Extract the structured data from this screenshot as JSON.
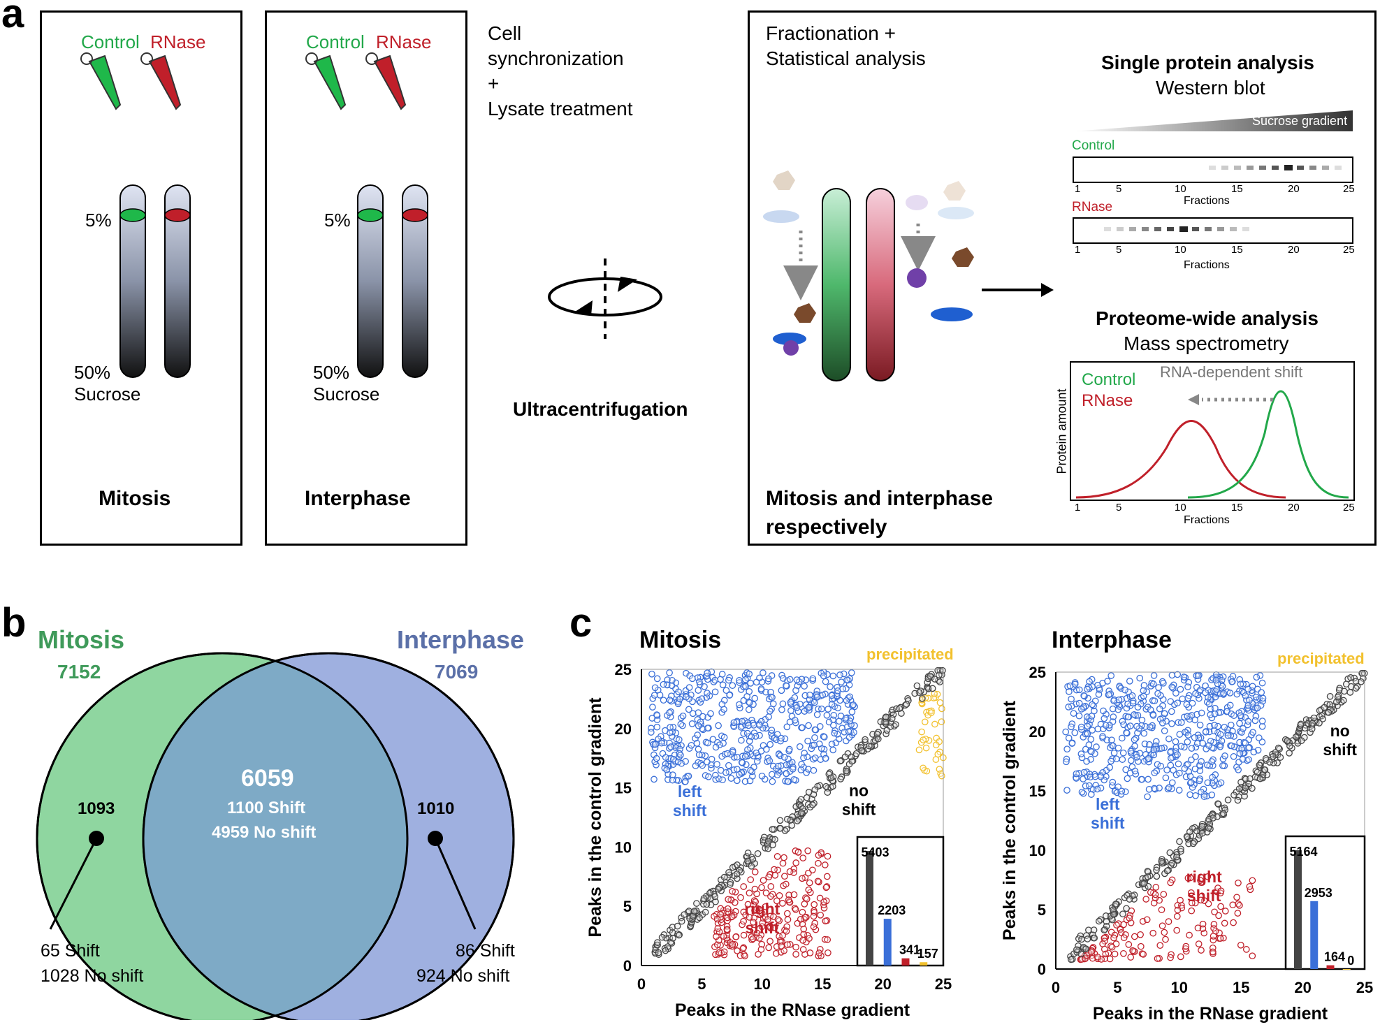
{
  "panel_labels": {
    "a": "a",
    "b": "b",
    "c": "c"
  },
  "panel_a": {
    "tube_labels": {
      "control": "Control",
      "rnase": "RNase"
    },
    "top_pct": "5%",
    "bottom_pct": "50%",
    "sucrose": "Sucrose",
    "mitosis_title": "Mitosis",
    "interphase_title": "Interphase",
    "step1_lines": [
      "Cell",
      "synchronization",
      "+",
      "Lysate treatment"
    ],
    "ultracentrifugation": "Ultracentrifugation",
    "step2_lines": [
      "Fractionation +",
      "Statistical analysis"
    ],
    "bottom_caption_lines": [
      "Mitosis and interphase",
      "respectively"
    ],
    "single_title": "Single protein analysis",
    "single_subtitle": "Western blot",
    "sucrose_gradient": "Sucrose gradient",
    "wb_control": "Control",
    "wb_rnase": "RNase",
    "fraction_ticks": [
      "1",
      "5",
      "10",
      "15",
      "20",
      "25"
    ],
    "fractions_label": "Fractions",
    "proteome_title": "Proteome-wide analysis",
    "proteome_subtitle": "Mass spectrometry",
    "ms_control": "Control",
    "ms_rnase": "RNase",
    "rna_shift": "RNA-dependent shift",
    "protein_amount": "Protein amount",
    "colors": {
      "control": "#22a84a",
      "rnase": "#c0202a"
    }
  },
  "panel_b": {
    "mitosis_label": "Mitosis",
    "mitosis_total": "7152",
    "interphase_label": "Interphase",
    "interphase_total": "7069",
    "overlap_total": "6059",
    "overlap_shift": "1100 Shift",
    "overlap_noshift": "4959 No shift",
    "mitosis_only": "1093",
    "interphase_only": "1010",
    "mitosis_only_shift": "65 Shift",
    "mitosis_only_noshift": "1028 No shift",
    "interphase_only_shift": "86 Shift",
    "interphase_only_noshift": "924 No shift",
    "colors": {
      "mitosis": "#8fd6a0",
      "interphase": "#9fb0e0",
      "overlap": "#7eaac6",
      "mitosis_text": "#3f9a5a",
      "interphase_text": "#5b70a8"
    }
  },
  "chart_data": [
    {
      "type": "scatter",
      "title": "Mitosis",
      "xlabel": "Peaks in the RNase gradient",
      "ylabel": "Peaks in the control gradient",
      "xlim": [
        0,
        25
      ],
      "ylim": [
        0,
        25
      ],
      "xticks": [
        "0",
        "5",
        "10",
        "15",
        "20",
        "25"
      ],
      "yticks": [
        "0",
        "5",
        "10",
        "15",
        "20",
        "25"
      ],
      "annotations": {
        "precipitated": "precipitated",
        "left": [
          "left",
          "shift"
        ],
        "no": [
          "no",
          "shift"
        ],
        "right": [
          "right",
          "shift"
        ]
      },
      "categories": [
        "no shift",
        "left shift",
        "right shift",
        "precipitated"
      ],
      "inset_values": [
        5403,
        2203,
        341,
        157
      ],
      "colors": {
        "no": "#444444",
        "left": "#3a6fd8",
        "right": "#c0202a",
        "precipitated": "#f2c12e"
      }
    },
    {
      "type": "scatter",
      "title": "Interphase",
      "xlabel": "Peaks in the RNase gradient",
      "ylabel": "Peaks in the control gradient",
      "xlim": [
        0,
        25
      ],
      "ylim": [
        0,
        25
      ],
      "xticks": [
        "0",
        "5",
        "10",
        "15",
        "20",
        "25"
      ],
      "yticks": [
        "0",
        "5",
        "10",
        "15",
        "20",
        "25"
      ],
      "annotations": {
        "precipitated": "precipitated",
        "left": [
          "left",
          "shift"
        ],
        "no": [
          "no",
          "shift"
        ],
        "right": [
          "right",
          "shift"
        ]
      },
      "categories": [
        "no shift",
        "left shift",
        "right shift",
        "precipitated"
      ],
      "inset_values": [
        5164,
        2953,
        164,
        0
      ],
      "colors": {
        "no": "#444444",
        "left": "#3a6fd8",
        "right": "#c0202a",
        "precipitated": "#f2c12e"
      }
    }
  ]
}
